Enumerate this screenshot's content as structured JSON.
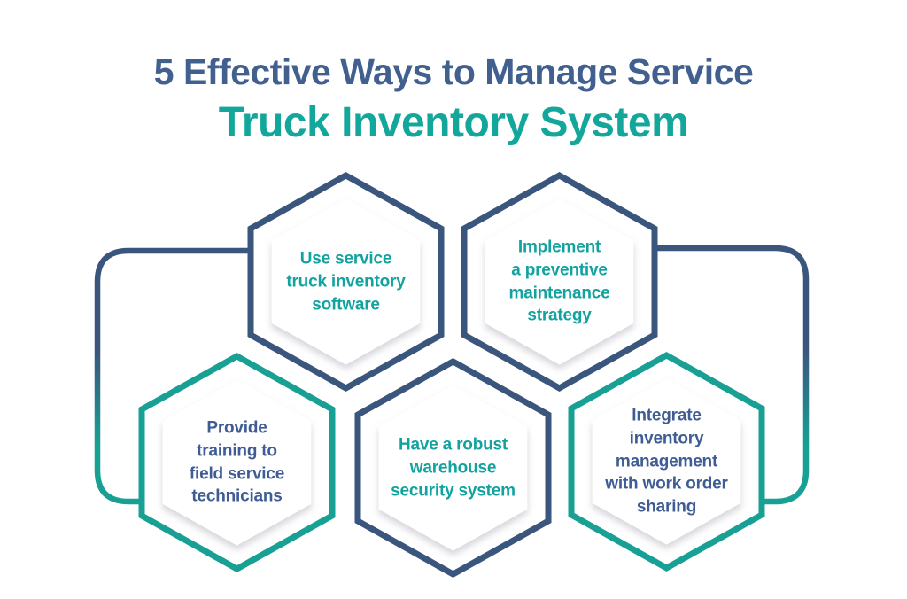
{
  "title": {
    "line1": "5 Effective Ways to Manage Service",
    "line2": "Truck Inventory System"
  },
  "colors": {
    "title_blue": "#41608F",
    "title_teal": "#13A79B",
    "hex_border_navy": "#3A567D",
    "hex_border_teal": "#18A094",
    "text_teal": "#12A3A0",
    "text_navy": "#3F5C94",
    "inner_card": "#FFFFFF",
    "card_shadow": "#C7C7D1",
    "connector_gradient_top": "#3A567D",
    "connector_gradient_bottom": "#18A094"
  },
  "hexagons": [
    {
      "label": "Use service\ntruck inventory\nsoftware",
      "border_color": "navy",
      "text_color": "teal"
    },
    {
      "label": "Implement\na preventive\nmaintenance\nstrategy",
      "border_color": "navy",
      "text_color": "teal"
    },
    {
      "label": "Provide\ntraining to\nfield service\ntechnicians",
      "border_color": "teal",
      "text_color": "navy"
    },
    {
      "label": "Have a robust\nwarehouse\nsecurity system",
      "border_color": "navy",
      "text_color": "teal"
    },
    {
      "label": "Integrate\ninventory\nmanagement\nwith work order\nsharing",
      "border_color": "teal",
      "text_color": "navy"
    }
  ]
}
